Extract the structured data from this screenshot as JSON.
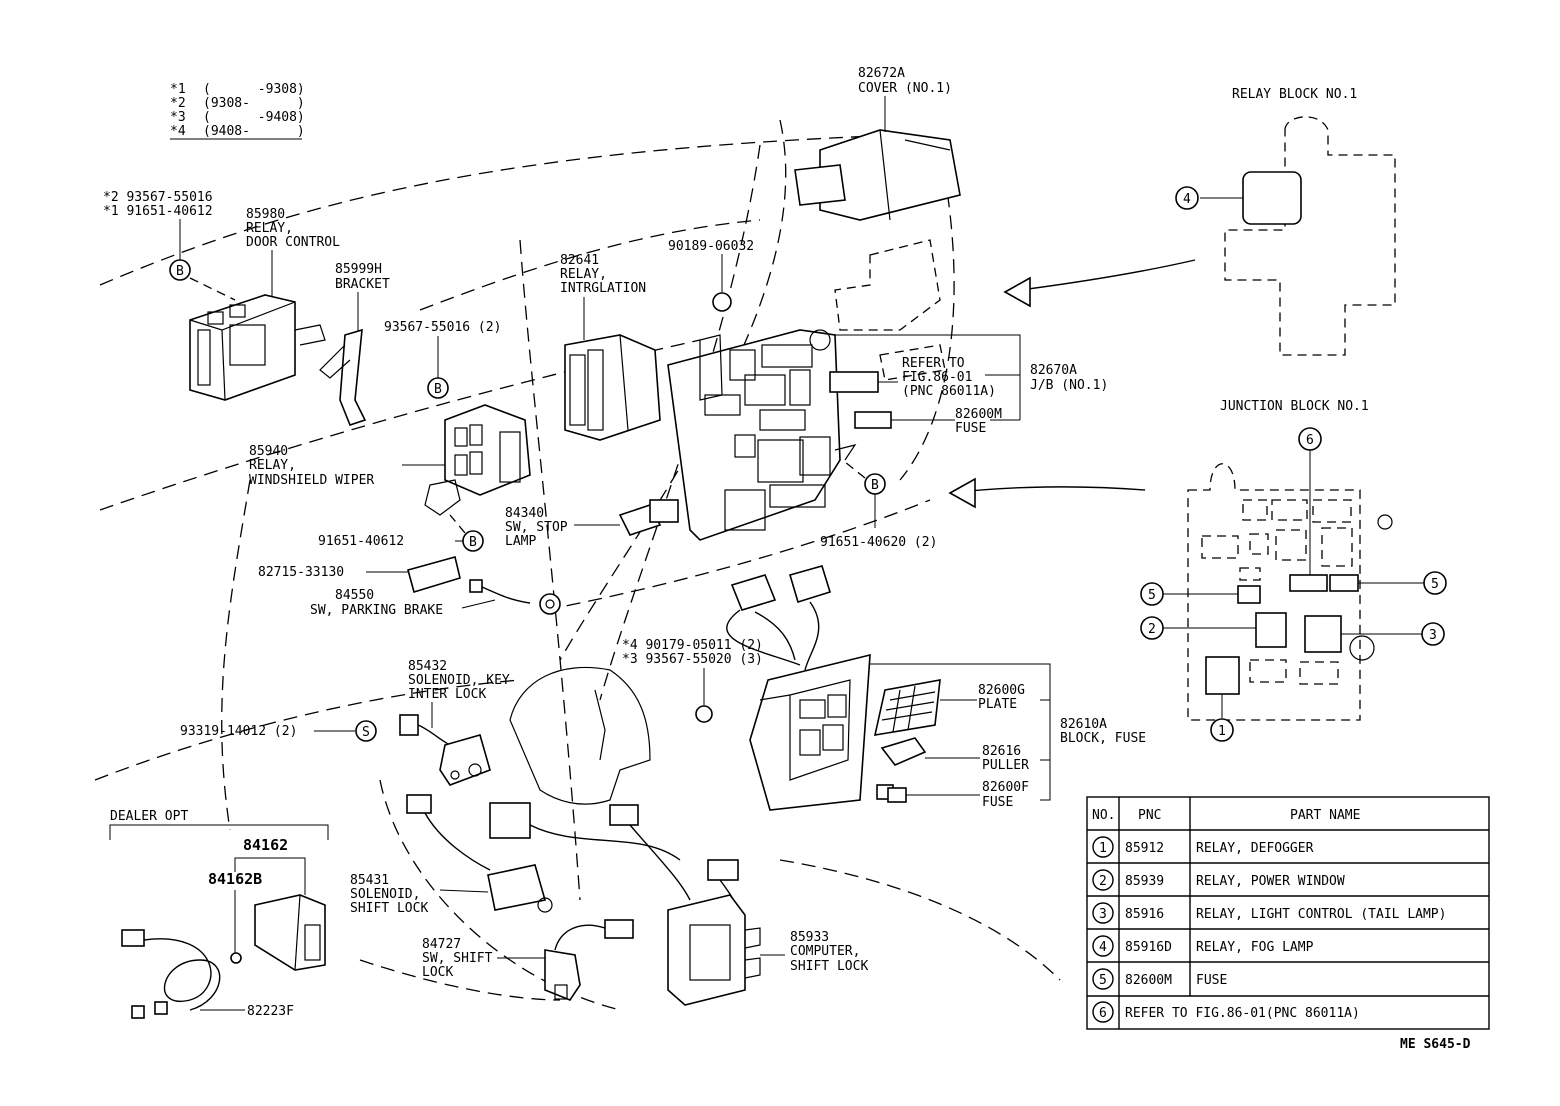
{
  "legend_codes": [
    {
      "mark": "*1",
      "range": "(      -9308)"
    },
    {
      "mark": "*2",
      "range": "(9308-      )"
    },
    {
      "mark": "*3",
      "range": "(      -9408)"
    },
    {
      "mark": "*4",
      "range": "(9408-      )"
    }
  ],
  "callouts": {
    "cover_pnc": "82672A",
    "cover_name": "COVER (NO.1)",
    "relay_block_title": "RELAY BLOCK NO.1",
    "junction_block_title": "JUNCTION BLOCK NO.1",
    "bolt_a1": "*2 93567-55016",
    "bolt_a2": "*1 91651-40612",
    "door_relay_pnc": "85980",
    "door_relay_name1": "RELAY,",
    "door_relay_name2": "DOOR CONTROL",
    "bracket_pnc": "85999H",
    "bracket_name": "BRACKET",
    "screw_93567_2": "93567-55016 (2)",
    "intg_pnc": "82641",
    "intg_name1": "RELAY,",
    "intg_name2": "INTRGLATION",
    "clip_pnc": "90189-06032",
    "refer1": "REFER TO",
    "refer2": "FIG.86-01",
    "refer3": "(PNC 86011A)",
    "jb_pnc": "82670A",
    "jb_name": "J/B (NO.1)",
    "fuse_pnc_top": "82600M",
    "fuse_name_top": "FUSE",
    "wiper_pnc": "85940",
    "wiper_name1": "RELAY,",
    "wiper_name2": "WINDSHIELD WIPER",
    "bolt_91651_40612": "91651-40612",
    "stop_pnc": "84340",
    "stop_name1": "SW, STOP",
    "stop_name2": "LAMP",
    "bolt_91651_40620": "91651-40620 (2)",
    "bracket_82715": "82715-33130",
    "park_pnc": "84550",
    "park_name": "SW, PARKING BRAKE",
    "nut_star4": "*4 90179-05011 (2)",
    "nut_star3": "*3 93567-55020 (3)",
    "key_pnc": "85432",
    "key_name1": "SOLENOID, KEY",
    "key_name2": "INTER LOCK",
    "plate_pnc": "82600G",
    "plate_name": "PLATE",
    "fuseblk_pnc": "82610A",
    "fuseblk_name": "BLOCK, FUSE",
    "screw_93319": "93319-14012 (2)",
    "puller_pnc": "82616",
    "puller_name": "PULLER",
    "fuse_f_pnc": "82600F",
    "fuse_f_name": "FUSE",
    "dealer_opt": "DEALER OPT",
    "sw_84162": "84162",
    "sw_84162b": "84162B",
    "shift_sol_pnc": "85431",
    "shift_sol_name1": "SOLENOID,",
    "shift_sol_name2": "SHIFT LOCK",
    "shift_sw_pnc": "84727",
    "shift_sw_name1": "SW, SHIFT",
    "shift_sw_name2": "LOCK",
    "comp_pnc": "85933",
    "comp_name1": "COMPUTER,",
    "comp_name2": "SHIFT LOCK",
    "wire_82223f": "82223F",
    "marker_b": "B",
    "marker_s": "S",
    "fig_id": "ME S645-D"
  },
  "block_markers": {
    "m1": "1",
    "m2": "2",
    "m3": "3",
    "m4": "4",
    "m5a": "5",
    "m5b": "5",
    "m6": "6"
  },
  "parts_table": {
    "headers": [
      "NO.",
      "PNC",
      "PART NAME"
    ],
    "rows": [
      {
        "no": "1",
        "pnc": "85912",
        "name": "RELAY, DEFOGGER"
      },
      {
        "no": "2",
        "pnc": "85939",
        "name": "RELAY, POWER WINDOW"
      },
      {
        "no": "3",
        "pnc": "85916",
        "name": "RELAY, LIGHT CONTROL (TAIL LAMP)"
      },
      {
        "no": "4",
        "pnc": "85916D",
        "name": "RELAY, FOG LAMP"
      },
      {
        "no": "5",
        "pnc": "82600M",
        "name": "FUSE"
      },
      {
        "no": "6",
        "pnc": "",
        "name": "REFER TO FIG.86-01(PNC 86011A)"
      }
    ]
  }
}
